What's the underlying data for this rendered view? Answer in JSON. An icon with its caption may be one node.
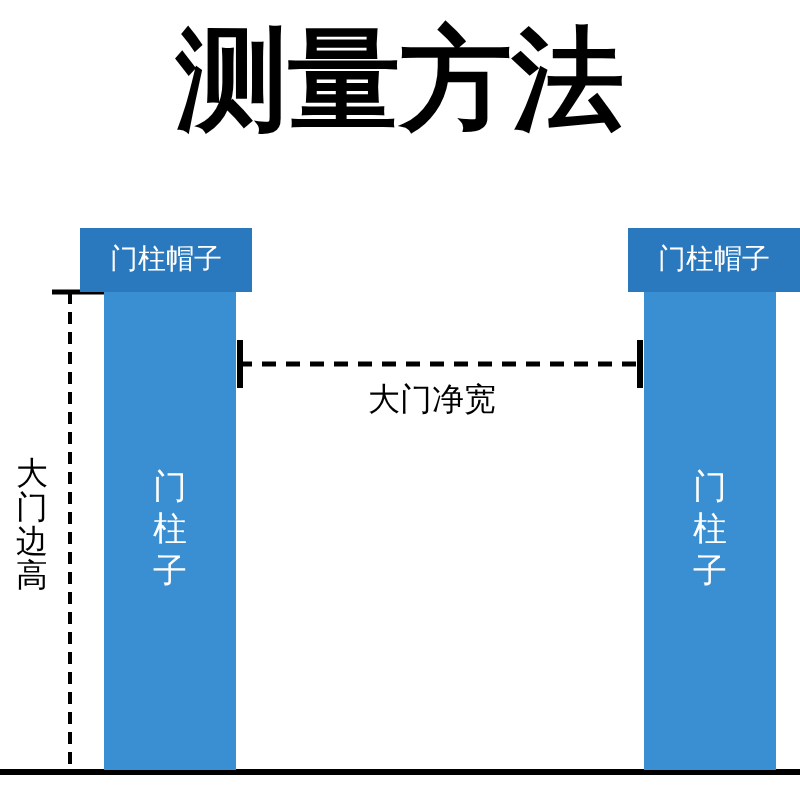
{
  "diagram": {
    "title": "测量方法",
    "nodes": [
      {
        "text": [
          "门柱帽子"
        ]
      },
      {
        "text": [
          "门柱子"
        ]
      },
      {
        "text": [
          "门柱帽子"
        ]
      },
      {
        "text": [
          "门柱子"
        ]
      }
    ],
    "labels": [
      "大门净宽",
      "大门边高"
    ]
  }
}
